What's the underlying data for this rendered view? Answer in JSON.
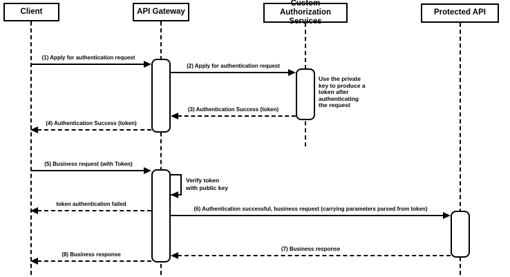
{
  "participants": [
    {
      "name": "Client"
    },
    {
      "name": "API Gateway"
    },
    {
      "name": "Custom Authorization\nServices"
    },
    {
      "name": "Protected API"
    }
  ],
  "messages": [
    {
      "seq": "1",
      "label": "(1) Apply for authentication request",
      "from": "Client",
      "to": "API Gateway",
      "style": "solid"
    },
    {
      "seq": "2",
      "label": "(2) Apply for authentication request",
      "from": "API Gateway",
      "to": "Custom Authorization Services",
      "style": "solid"
    },
    {
      "seq": "3",
      "label": "(3) Authentication Success (token)",
      "from": "Custom Authorization Services",
      "to": "API Gateway",
      "style": "dashed"
    },
    {
      "seq": "4",
      "label": "(4) Authentication Success (token)",
      "from": "API Gateway",
      "to": "Client",
      "style": "dashed"
    },
    {
      "seq": "5",
      "label": "(5) Business request (with Token)",
      "from": "Client",
      "to": "API Gateway",
      "style": "solid"
    },
    {
      "label": "Verify token\nwith public key",
      "from": "API Gateway",
      "to": "API Gateway",
      "style": "self"
    },
    {
      "label": "token authentication failed",
      "from": "API Gateway",
      "to": "Client",
      "style": "dashed"
    },
    {
      "seq": "6",
      "label": "(6) Authentication successful, business request (carrying parameters parsed from token)",
      "from": "API Gateway",
      "to": "Protected API",
      "style": "solid"
    },
    {
      "seq": "7",
      "label": "(7) Business response",
      "from": "Protected API",
      "to": "API Gateway",
      "style": "dashed"
    },
    {
      "seq": "8",
      "label": "(8) Business response",
      "from": "API Gateway",
      "to": "Client",
      "style": "dashed"
    }
  ],
  "notes": [
    {
      "text": "Use the private\nkey to produce a\ntoken after\nauthenticating\nthe request",
      "attached_to": "Custom Authorization Services"
    }
  ],
  "colors": {
    "stroke": "#000000",
    "fill": "#ffffff",
    "text": "#000000"
  }
}
